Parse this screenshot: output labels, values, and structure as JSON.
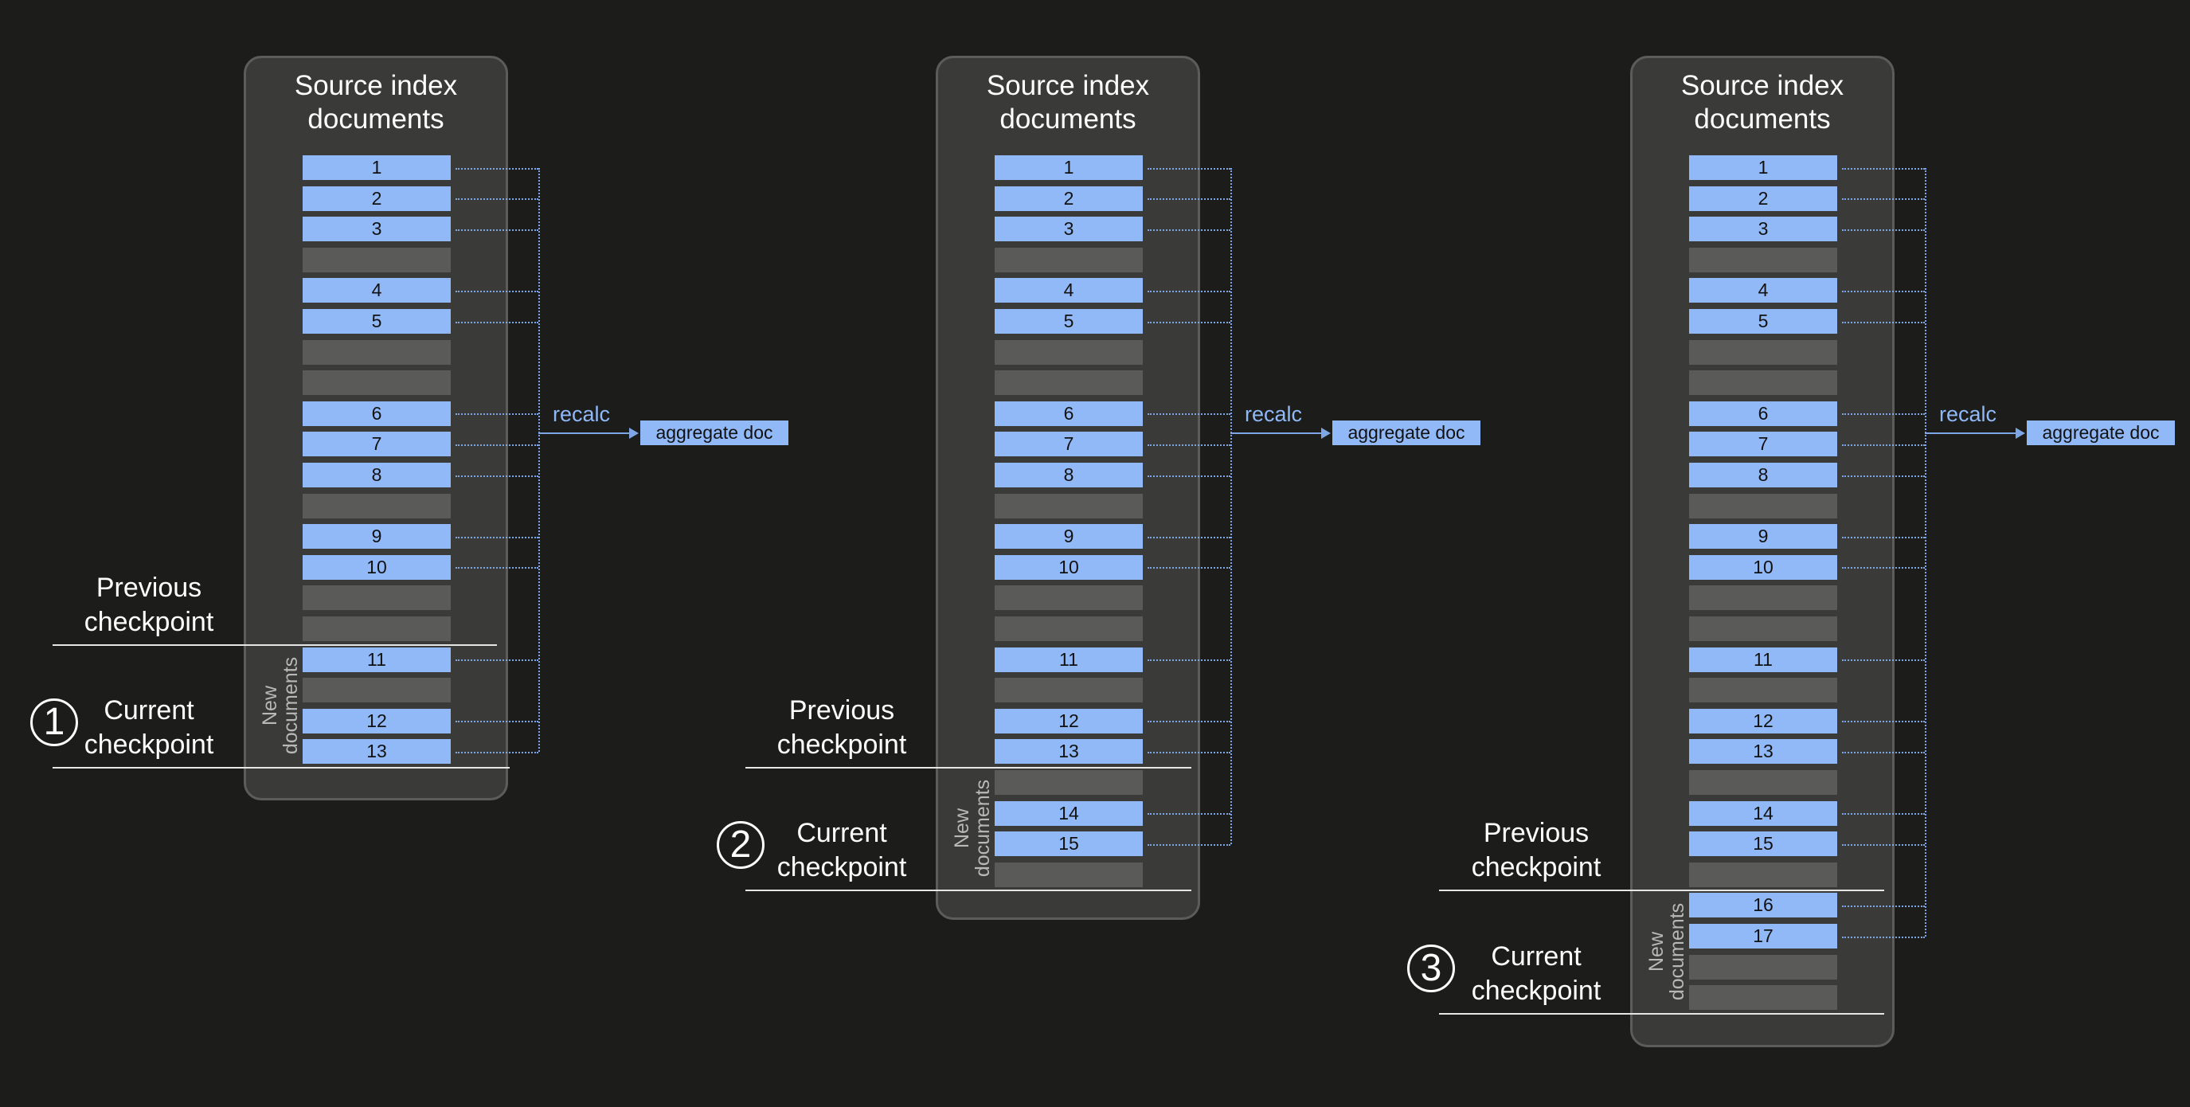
{
  "panels": [
    {
      "title": "Source index\ndocuments",
      "docs": [
        "1",
        "2",
        "3",
        "",
        "4",
        "5",
        "",
        "",
        "6",
        "7",
        "8",
        "",
        "9",
        "10",
        "",
        "",
        "11",
        "",
        "12",
        "13"
      ],
      "new_docs_label": "New\ndocuments",
      "new_docs_range": [
        16,
        19
      ],
      "recalc_label": "recalc",
      "aggregate_label": "aggregate doc",
      "step": "1",
      "previous_checkpoint": "Previous\ncheckpoint",
      "current_checkpoint": "Current\ncheckpoint"
    },
    {
      "title": "Source index\ndocuments",
      "docs": [
        "1",
        "2",
        "3",
        "",
        "4",
        "5",
        "",
        "",
        "6",
        "7",
        "8",
        "",
        "9",
        "10",
        "",
        "",
        "11",
        "",
        "12",
        "13",
        "",
        "14",
        "15",
        ""
      ],
      "new_docs_label": "New\ndocuments",
      "new_docs_range": [
        20,
        23
      ],
      "recalc_label": "recalc",
      "aggregate_label": "aggregate doc",
      "step": "2",
      "previous_checkpoint": "Previous\ncheckpoint",
      "current_checkpoint": "Current\ncheckpoint"
    },
    {
      "title": "Source index\ndocuments",
      "docs": [
        "1",
        "2",
        "3",
        "",
        "4",
        "5",
        "",
        "",
        "6",
        "7",
        "8",
        "",
        "9",
        "10",
        "",
        "",
        "11",
        "",
        "12",
        "13",
        "",
        "14",
        "15",
        "",
        "16",
        "17",
        "",
        ""
      ],
      "new_docs_label": "New\ndocuments",
      "new_docs_range": [
        24,
        27
      ],
      "recalc_label": "recalc",
      "aggregate_label": "aggregate doc",
      "step": "3",
      "previous_checkpoint": "Previous\ncheckpoint",
      "current_checkpoint": "Current\ncheckpoint"
    }
  ],
  "colors": {
    "background": "#1c1c1b",
    "panel": "#3a3a39",
    "doc_filled": "#91b9f8",
    "doc_empty": "#5a5a59",
    "connector": "#7ea6e6",
    "recalc_text": "#8fb8f7"
  }
}
